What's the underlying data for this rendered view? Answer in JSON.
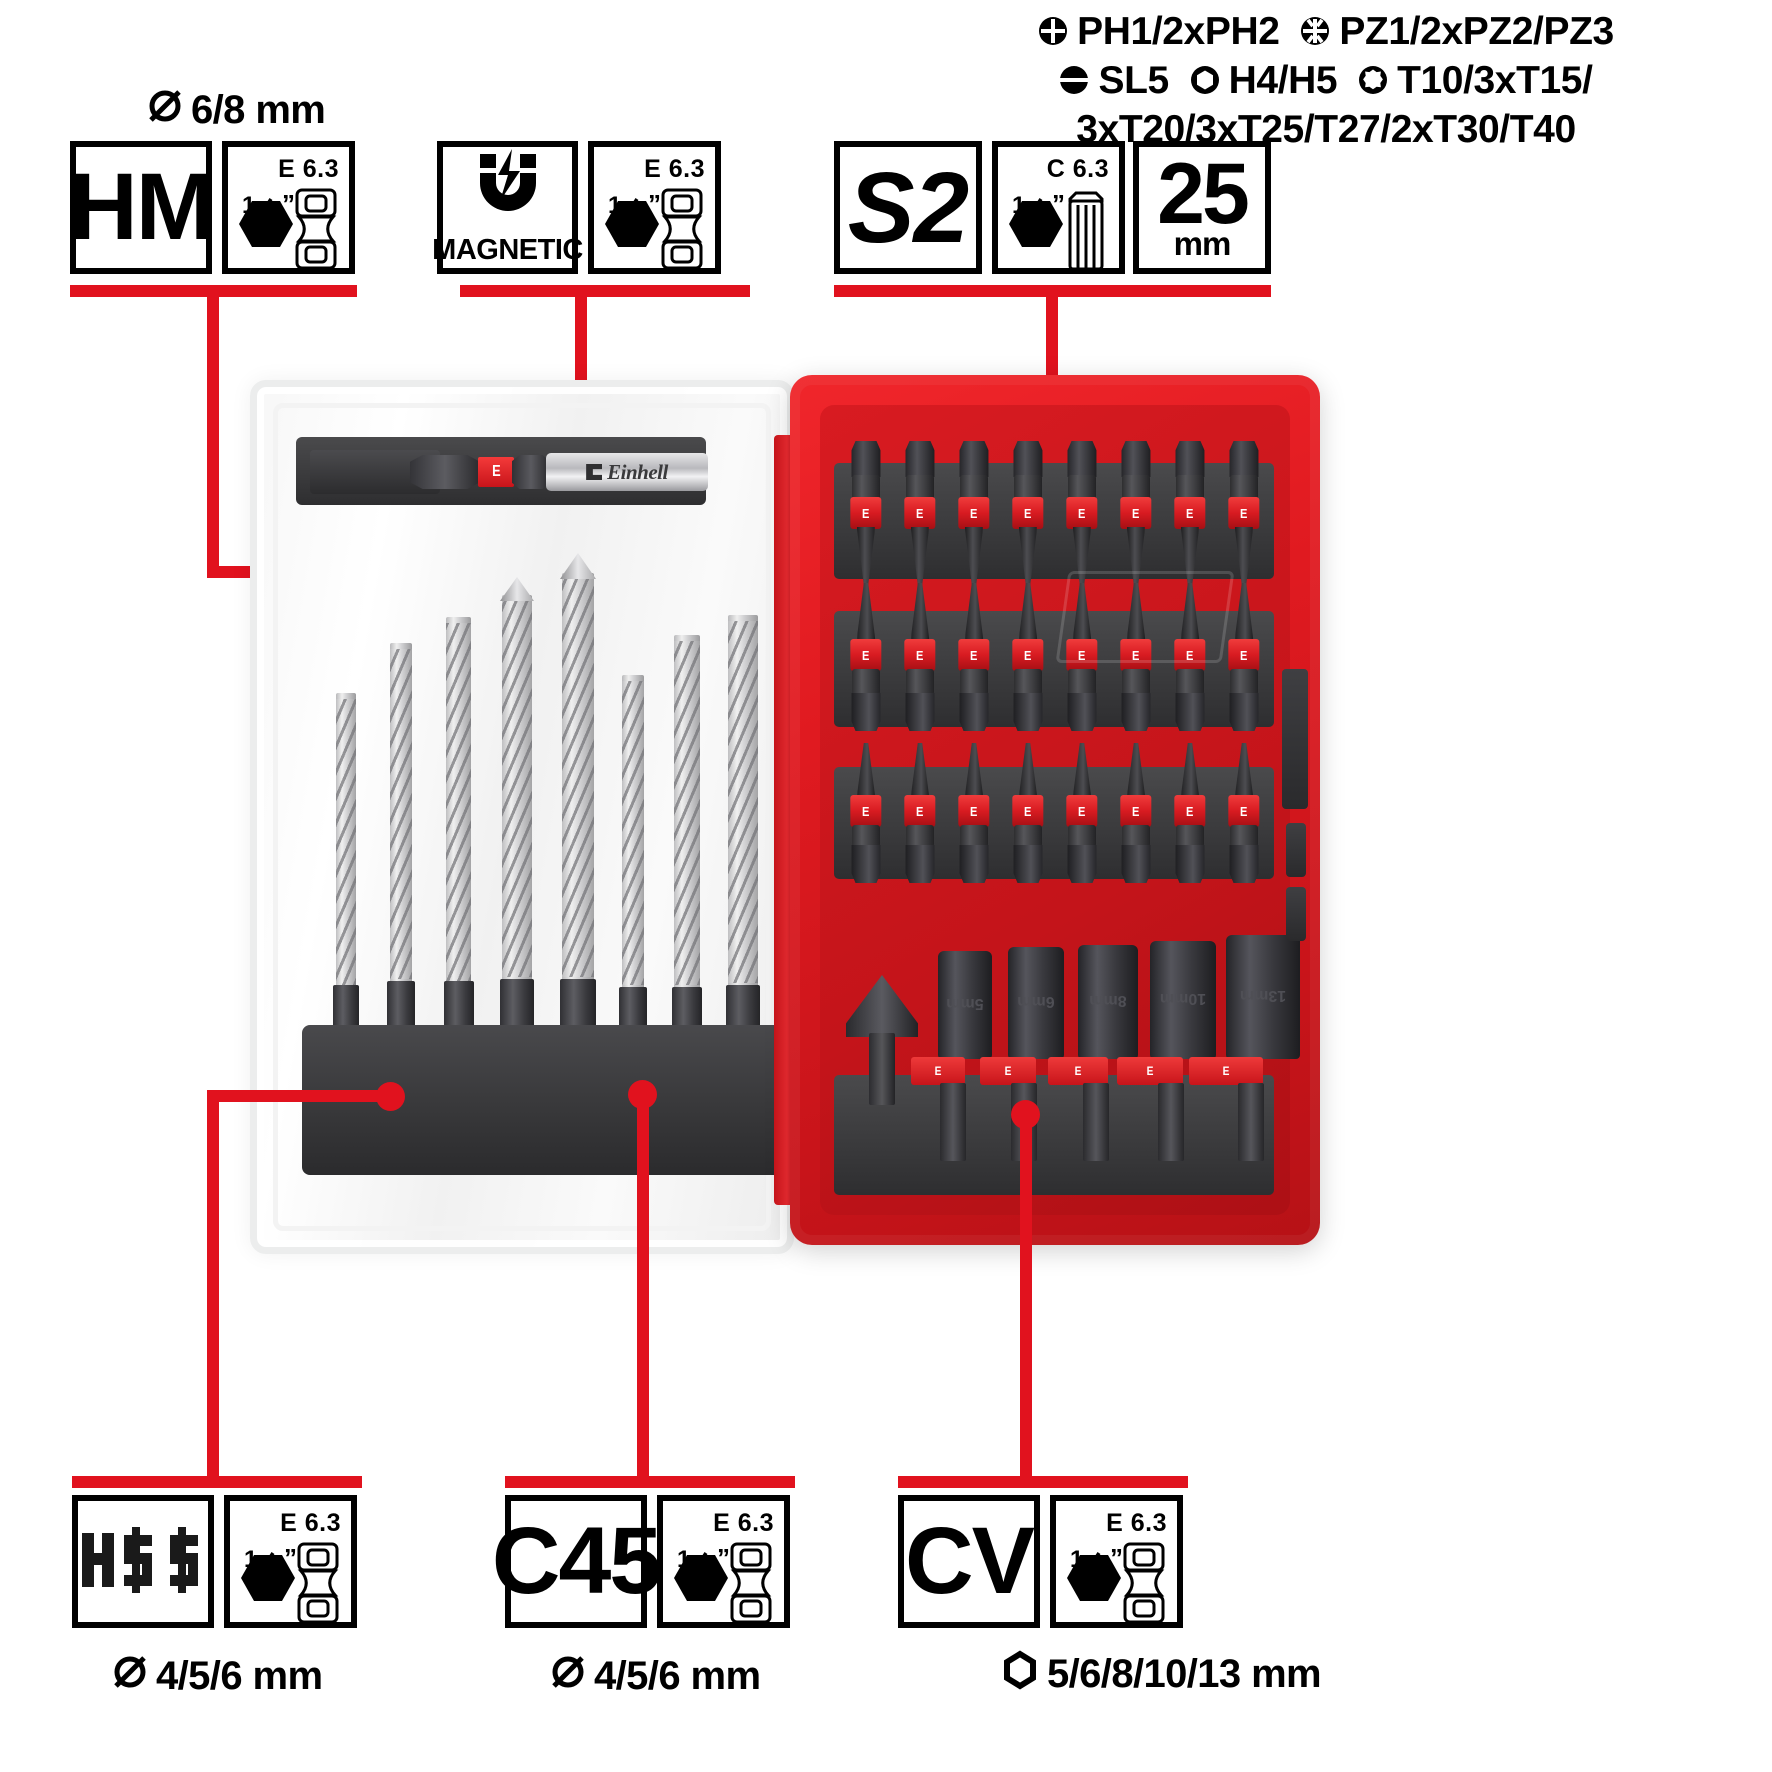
{
  "page": {
    "title": "Einhell impact drill and bit set infographic",
    "accent_red": "#e1121e",
    "ink": "#000000",
    "background": "#ffffff"
  },
  "bit_list": {
    "lines": [
      {
        "items": [
          {
            "icon": "phillips-icon",
            "glyph": "✜",
            "text": "PH1/2xPH2"
          },
          {
            "icon": "pozidriv-icon",
            "glyph": "✛",
            "text": "PZ1/2xPZ2/PZ3"
          }
        ]
      },
      {
        "items": [
          {
            "icon": "slotted-icon",
            "glyph": "⊖",
            "text": "SL5"
          },
          {
            "icon": "hex-icon",
            "glyph": "⬡",
            "text": "H4/H5"
          },
          {
            "icon": "torx-icon",
            "glyph": "✵",
            "text": "T10/3xT15/"
          }
        ]
      },
      {
        "items": [
          {
            "icon": "none",
            "glyph": "",
            "text": "3xT20/3xT25/T27/2xT30/T40"
          }
        ]
      }
    ]
  },
  "badges": {
    "hm": {
      "label": "HM",
      "name": "hm-material-badge"
    },
    "hm_caption": {
      "icon": "diameter-icon",
      "glyph": "Ø",
      "text": "6/8 mm"
    },
    "hm_bit": {
      "top_label": "E 6.3",
      "fraction_num": "1",
      "fraction_den": "4",
      "fraction_unit": "\"",
      "shape": "e63-bit-icon"
    },
    "magnetic": {
      "label": "MAGNETIC",
      "icon": "magnet-icon"
    },
    "magnetic_bit": {
      "top_label": "E 6.3",
      "fraction_num": "1",
      "fraction_den": "4",
      "fraction_unit": "\"",
      "shape": "e63-bit-icon"
    },
    "s2": {
      "label": "S2",
      "name": "s2-material-badge"
    },
    "s2_bit": {
      "top_label": "C 6.3",
      "fraction_num": "1",
      "fraction_den": "4",
      "fraction_unit": "\"",
      "shape": "c63-bit-icon"
    },
    "length": {
      "value": "25",
      "unit": "mm"
    },
    "hss": {
      "label": "HSS",
      "name": "hss-material-badge"
    },
    "hss_caption": {
      "icon": "diameter-icon",
      "glyph": "Ø",
      "text": "4/5/6 mm"
    },
    "hss_bit": {
      "top_label": "E 6.3",
      "fraction_num": "1",
      "fraction_den": "4",
      "fraction_unit": "\"",
      "shape": "e63-bit-icon"
    },
    "c45": {
      "label": "C45",
      "name": "c45-material-badge"
    },
    "c45_caption": {
      "icon": "diameter-icon",
      "glyph": "Ø",
      "text": "4/5/6 mm"
    },
    "c45_bit": {
      "top_label": "E 6.3",
      "fraction_num": "1",
      "fraction_den": "4",
      "fraction_unit": "\"",
      "shape": "e63-bit-icon"
    },
    "cv": {
      "label": "CV",
      "name": "cv-material-badge"
    },
    "cv_caption": {
      "icon": "hex-socket-icon",
      "glyph": "⬡",
      "text": "5/6/8/10/13 mm"
    },
    "cv_bit": {
      "top_label": "E 6.3",
      "fraction_num": "1",
      "fraction_den": "4",
      "fraction_unit": "\"",
      "shape": "e63-bit-icon"
    }
  },
  "product": {
    "brand": "Einhell",
    "case_color": "#d81b21",
    "sockets": [
      {
        "size": "5mm"
      },
      {
        "size": "6mm"
      },
      {
        "size": "8mm"
      },
      {
        "size": "10mm"
      },
      {
        "size": "13mm"
      }
    ],
    "bit_ring_mark": "E"
  }
}
